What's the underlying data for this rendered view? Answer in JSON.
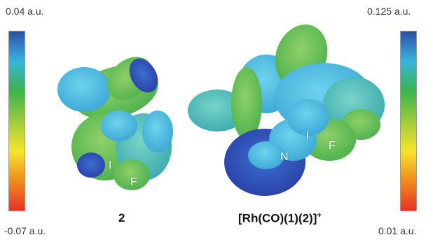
{
  "left_scale": {
    "max_label": "0.04 a.u.",
    "min_label": "-0.07 a.u."
  },
  "right_scale": {
    "max_label": "0.125 a.u.",
    "min_label": "0.01 a.u."
  },
  "colorbar_colors": [
    "#2d4fa8",
    "#37b4dc",
    "#3cb44b",
    "#9ccc3c",
    "#f5e62d",
    "#f08c1e",
    "#e63223"
  ],
  "molecule_left": {
    "caption": "2",
    "atom_labels": [
      "I",
      "F"
    ]
  },
  "molecule_right": {
    "caption_main": "[Rh(CO)(1)(2)]",
    "caption_charge": "+",
    "atom_labels": [
      "N",
      "I",
      "F"
    ]
  }
}
